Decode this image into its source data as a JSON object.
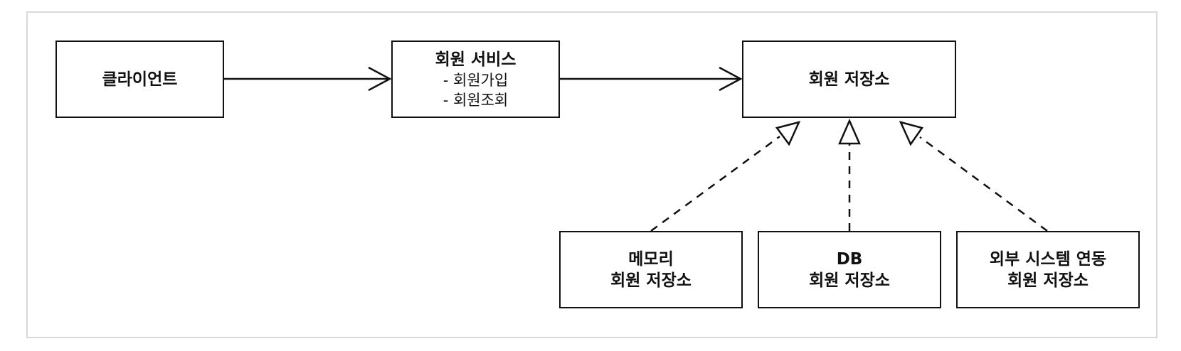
{
  "nodes": {
    "client": {
      "label": "클라이언트"
    },
    "member_service": {
      "title": "회원 서비스",
      "operations": [
        "- 회원가입",
        "- 회원조회"
      ]
    },
    "member_repository": {
      "label": "회원 저장소"
    },
    "memory_repository": {
      "line1": "메모리",
      "line2": "회원 저장소"
    },
    "db_repository": {
      "line1": "DB",
      "line2": "회원 저장소"
    },
    "external_repository": {
      "line1": "외부 시스템 연동",
      "line2": "회원 저장소"
    }
  },
  "edges": [
    {
      "from": "클라이언트",
      "to": "회원 서비스",
      "style": "solid",
      "head": "open-arrow"
    },
    {
      "from": "회원 서비스",
      "to": "회원 저장소",
      "style": "solid",
      "head": "open-arrow"
    },
    {
      "from": "메모리 회원 저장소",
      "to": "회원 저장소",
      "style": "dashed",
      "head": "hollow-triangle"
    },
    {
      "from": "DB 회원 저장소",
      "to": "회원 저장소",
      "style": "dashed",
      "head": "hollow-triangle"
    },
    {
      "from": "외부 시스템 연동 회원 저장소",
      "to": "회원 저장소",
      "style": "dashed",
      "head": "hollow-triangle"
    }
  ],
  "colors": {
    "stroke": "#111111",
    "frame_border": "#d9d9d9",
    "background": "#ffffff"
  }
}
